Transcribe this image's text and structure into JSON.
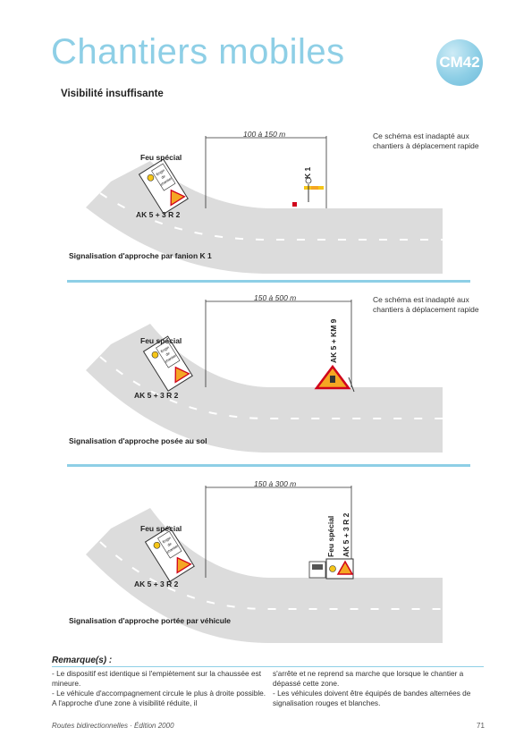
{
  "header": {
    "title": "Chantiers mobiles",
    "badge": "CM42",
    "subtitle": "Visibilité insuffisante"
  },
  "diagrams": [
    {
      "distance": "100 à 150 m",
      "note": "Ce schéma est inadapté aux chantiers à déplacement rapide",
      "vehicle_label": "Feu spécial",
      "vehicle_panel_text": "Engin de chantier",
      "vehicle_sign_label": "AK 5 + 3 R 2",
      "device_label": "K 1",
      "caption": "Signalisation d'approche par fanion K 1"
    },
    {
      "distance": "150 à 500 m",
      "note": "Ce schéma est inadapté aux chantiers à déplacement rapide",
      "vehicle_label": "Feu spécial",
      "vehicle_panel_text": "Engin de chantier",
      "vehicle_sign_label": "AK 5 + 3 R 2",
      "device_label": "AK 5 + KM 9",
      "caption": "Signalisation d'approche posée au sol"
    },
    {
      "distance": "150 à 300 m",
      "vehicle_label": "Feu spécial",
      "vehicle_panel_text": "Engin de chantier",
      "vehicle_sign_label": "AK 5 + 3 R 2",
      "device_label_1": "Feu spécial",
      "device_label_2": "AK 5 + 3 R 2",
      "caption": "Signalisation d'approche portée par véhicule"
    }
  ],
  "remarks": {
    "title": "Remarque(s) :",
    "left": [
      "- Le dispositif est identique si l'empiètement sur la chaussée est mineure.",
      "- Le véhicule d'accompagnement circule le plus à droite possible. A l'approche d'une zone à visibilité réduite, il"
    ],
    "right": [
      "s'arrête et ne reprend sa marche que lorsque le chantier a dépassé cette zone.",
      "- Les véhicules doivent être équipés de bandes alternées de signalisation rouges et blanches."
    ]
  },
  "footer": {
    "left": "Routes bidirectionnelles · Édition 2000",
    "page": "71"
  },
  "colors": {
    "accent": "#8ecfe6",
    "road": "#dcdcdc",
    "sign_orange": "#f5a623",
    "sign_red": "#d0021b"
  }
}
